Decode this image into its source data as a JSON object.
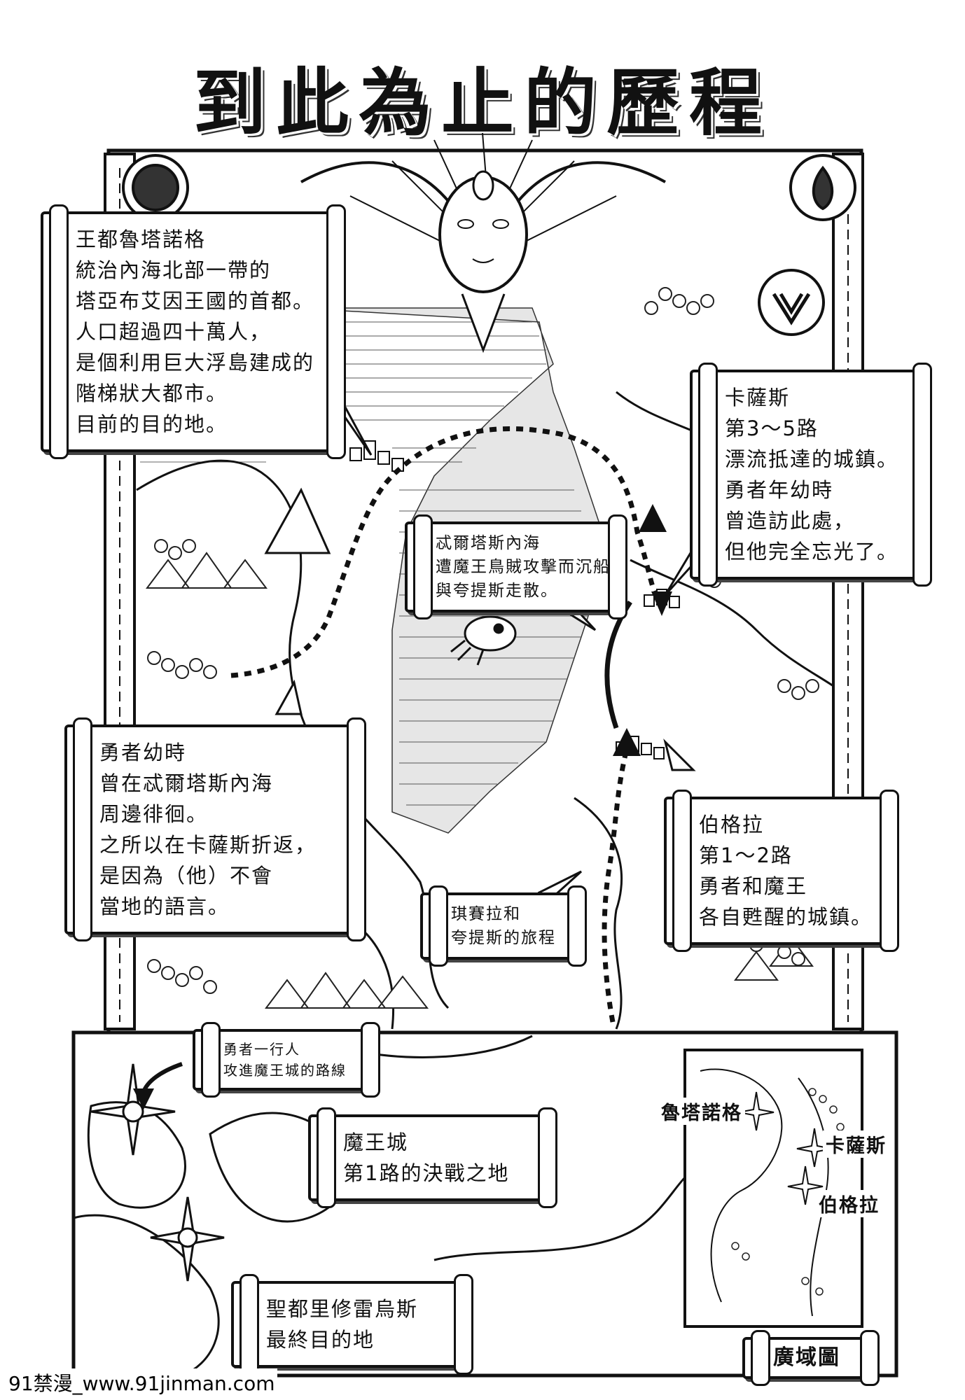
{
  "title": "到此為止的歷程",
  "notes": {
    "capital": [
      "王都魯塔諾格",
      "統治內海北部一帶的",
      "塔亞布艾因王國的首都。",
      "人口超過四十萬人，",
      "是個利用巨大浮島建成的",
      "階梯狀大都市。",
      "目前的目的地。"
    ],
    "karsas": [
      "卡薩斯",
      "第3～5路",
      "漂流抵達的城鎮。",
      "勇者年幼時",
      "曾造訪此處，",
      "但他完全忘光了。"
    ],
    "inner_sea": [
      "忒爾塔斯內海",
      "遭魔王鳥賊攻擊而沉船。",
      "與夸提斯走散。"
    ],
    "hero_childhood": [
      "勇者幼時",
      "曾在忒爾塔斯內海",
      "周邊徘徊。",
      "之所以在卡薩斯折返，",
      "是因為（他）不會",
      "當地的語言。"
    ],
    "bogra": [
      "伯格拉",
      "第1～2路",
      "勇者和魔王",
      "各自甦醒的城鎮。"
    ],
    "journey": [
      "琪賽拉和",
      "夸提斯的旅程"
    ],
    "party_route": [
      "勇者一行人",
      "攻進魔王城的路線"
    ],
    "demon_castle": [
      "魔王城",
      "第1路的決戰之地"
    ],
    "holy_city": [
      "聖都里修雷烏斯",
      "最終目的地"
    ]
  },
  "overview": {
    "label": "廣域圖",
    "places": [
      "魯塔諾格",
      "卡薩斯",
      "伯格拉"
    ]
  },
  "watermark": "91禁漫_www.91jinman.com"
}
